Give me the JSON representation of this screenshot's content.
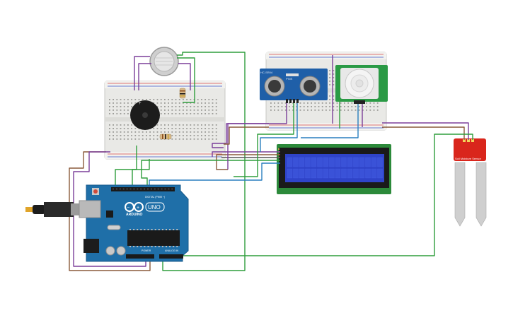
{
  "circuit": {
    "arduino": {
      "logo_text": "ARDUINO",
      "model_text": "UNO",
      "digital_label": "DIGITAL (PWM ~)",
      "power_label": "POWER",
      "analog_label": "ANALOG IN"
    },
    "ultrasonic": {
      "label": "HC-SR04",
      "pins_label": "PINS"
    },
    "soil_sensor": {
      "label": "Soil Moisture Sensor"
    },
    "lcd": {
      "rows": 2,
      "cols": 16
    }
  },
  "colors": {
    "wire_green": "#2e9d3c",
    "wire_purple": "#7b3f9a",
    "wire_brown": "#8a5a3a",
    "wire_blue": "#2a7fbf",
    "wire_gray": "#555555",
    "board_blue": "#1f6fa8",
    "lcd_green": "#2c8a3a",
    "lcd_screen": "#2f44c9",
    "sensor_red": "#d9261c",
    "pir_green": "#2a9a45",
    "usonic_blue": "#1f5fa8"
  }
}
